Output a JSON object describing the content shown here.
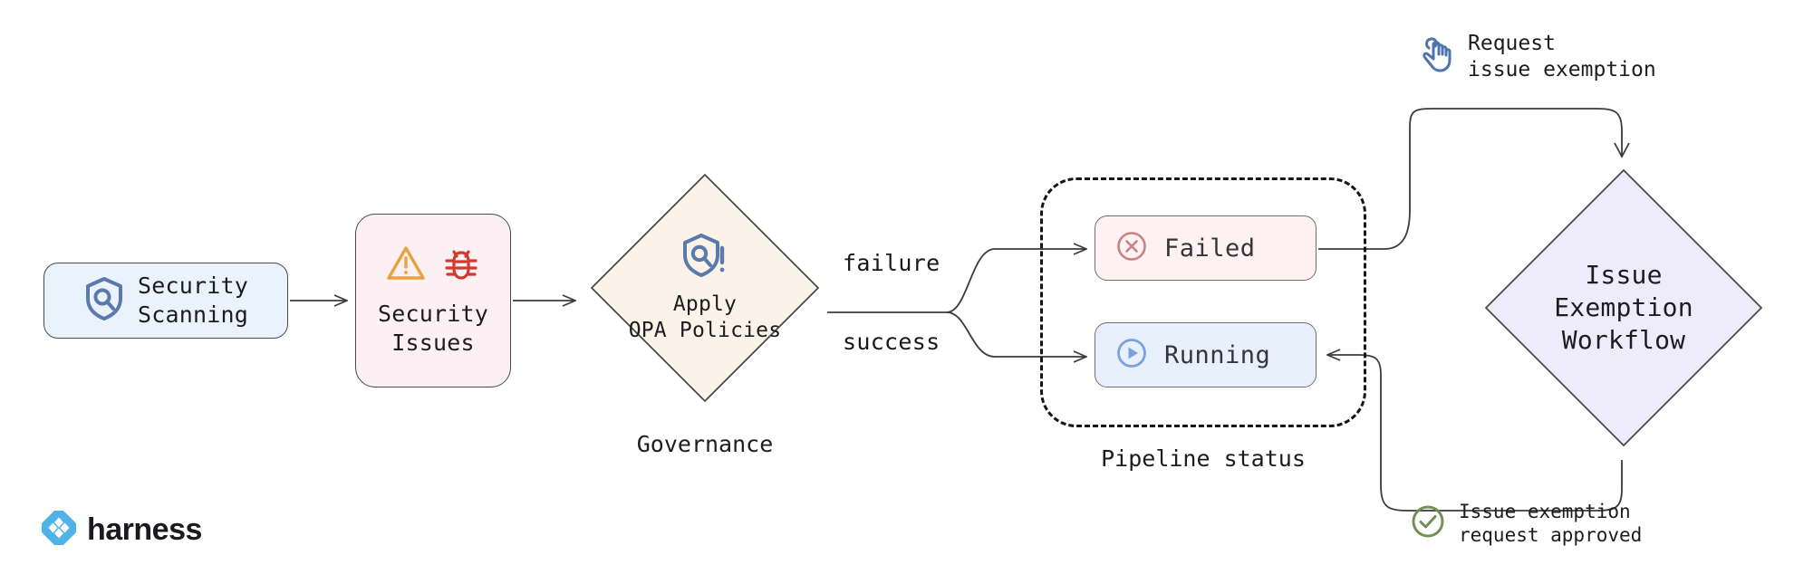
{
  "diagram": {
    "title": "Security scanning governance and issue exemption workflow",
    "background": "#ffffff"
  },
  "nodes": {
    "security_scanning": {
      "label": "Security\nScanning",
      "icon": "shield-search-icon",
      "fill": "#eaf3fb",
      "stroke": "#4a4a4a"
    },
    "security_issues": {
      "label": "Security\nIssues",
      "icons": [
        "warning-triangle-icon",
        "bug-icon"
      ],
      "fill": "#fdf0f5",
      "stroke": "#4a4a4a"
    },
    "governance": {
      "label": "Apply\nOPA Policies",
      "caption": "Governance",
      "icon": "shield-alert-search-icon",
      "fill": "#fcf3e8",
      "stroke": "#4a4a4a"
    },
    "failed": {
      "label": "Failed",
      "icon": "x-circle-icon",
      "fill": "#fdf1f1",
      "stroke": "#6f6f73",
      "icon_color": "#c98181"
    },
    "running": {
      "label": "Running",
      "icon": "play-circle-icon",
      "fill": "#e7f0fb",
      "stroke": "#6f6f73",
      "icon_color": "#7ba2de"
    },
    "pipeline_status_group": {
      "caption": "Pipeline status",
      "border_style": "dashed",
      "stroke": "#16161a"
    },
    "issue_exemption_workflow": {
      "label": "Issue\nExemption\nWorkflow",
      "fill": "#eeecfb",
      "stroke": "#4a4a4a"
    }
  },
  "edges": {
    "failure_label": "failure",
    "success_label": "success"
  },
  "annotations": {
    "request": {
      "text": "Request\nissue exemption",
      "icon": "click-hand-icon",
      "icon_color": "#4e73ad"
    },
    "approved": {
      "text": "Issue exemption\nrequest approved",
      "icon": "check-circle-icon",
      "icon_color": "#6f9155"
    }
  },
  "branding": {
    "name": "harness",
    "logo_icon": "harness-logo-icon",
    "logo_color": "#4fb3e8"
  },
  "colors": {
    "warning": "#e8a33d",
    "bug": "#d3392b",
    "shield_blue": "#5a7aad",
    "line": "#4a4a4a",
    "text": "#1d1d1f"
  }
}
